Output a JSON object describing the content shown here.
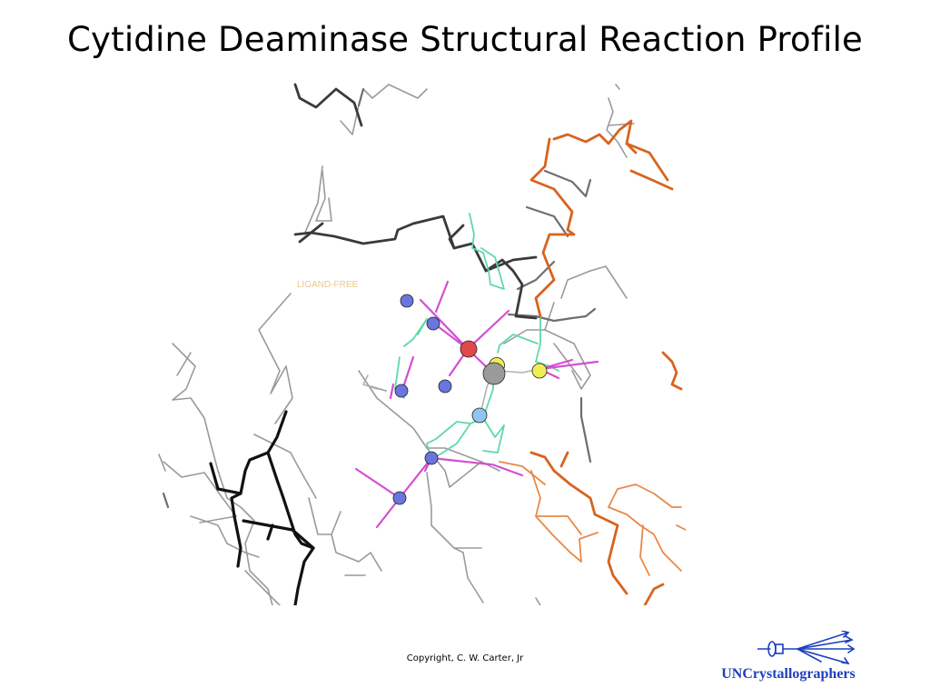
{
  "slide": {
    "title": "Cytidine Deaminase Structural Reaction Profile"
  },
  "structure_view": {
    "state_label": "LIGAND-FREE"
  },
  "footer": {
    "copyright": "Copyright, C. W. Carter, Jr",
    "logo_text": "UNCrystallographers"
  },
  "colors": {
    "water_sphere": "#6b75e0",
    "oxygen_sphere": "#e04848",
    "zinc_sphere": "#9a9a9a",
    "sulfur_sphere": "#eeee55",
    "nitrogen_sphere": "#8fc6ee",
    "hbond": "#d24fd2",
    "ligand_bond": "#5fd9a8",
    "protein_chain_orange": "#d8631f",
    "protein_chain_dark": "#222222",
    "state_label": "#e8c98a",
    "logo": "#1f3fbf"
  }
}
